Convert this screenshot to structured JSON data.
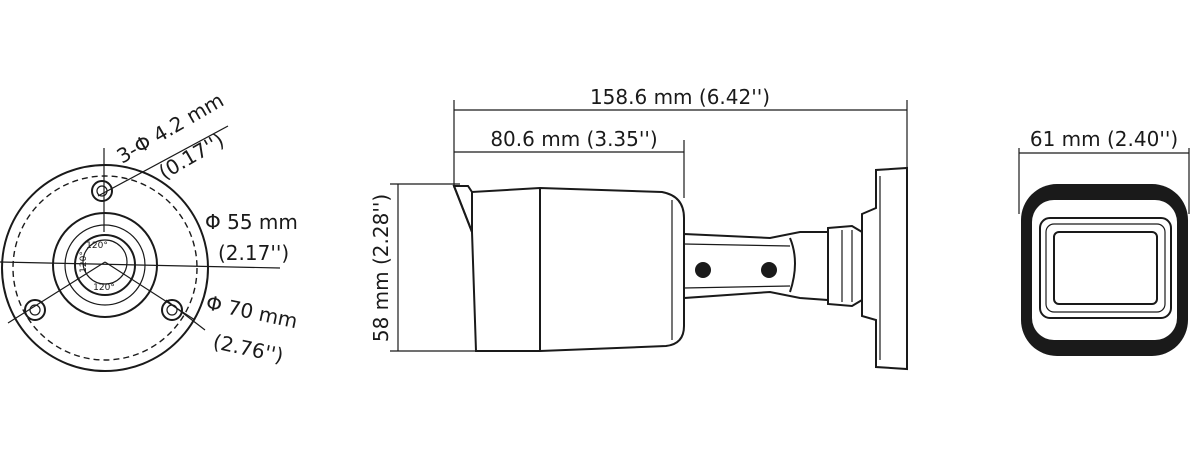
{
  "front_view": {
    "hole_spec": "3-Φ 4.2 mm",
    "hole_spec_inch": "(0.17'')",
    "inner_diameter": "Φ 55 mm",
    "inner_diameter_inch": "(2.17'')",
    "outer_diameter": "Φ 70 mm",
    "outer_diameter_inch": "(2.76'')",
    "angle_top": "120°",
    "angle_side": "120°",
    "angle_bottom": "120°"
  },
  "side_view": {
    "total_length": "158.6 mm (6.42'')",
    "body_length": "80.6 mm (3.35'')",
    "height": "58 mm (2.28'')"
  },
  "rear_view": {
    "width": "61 mm (2.40'')"
  }
}
